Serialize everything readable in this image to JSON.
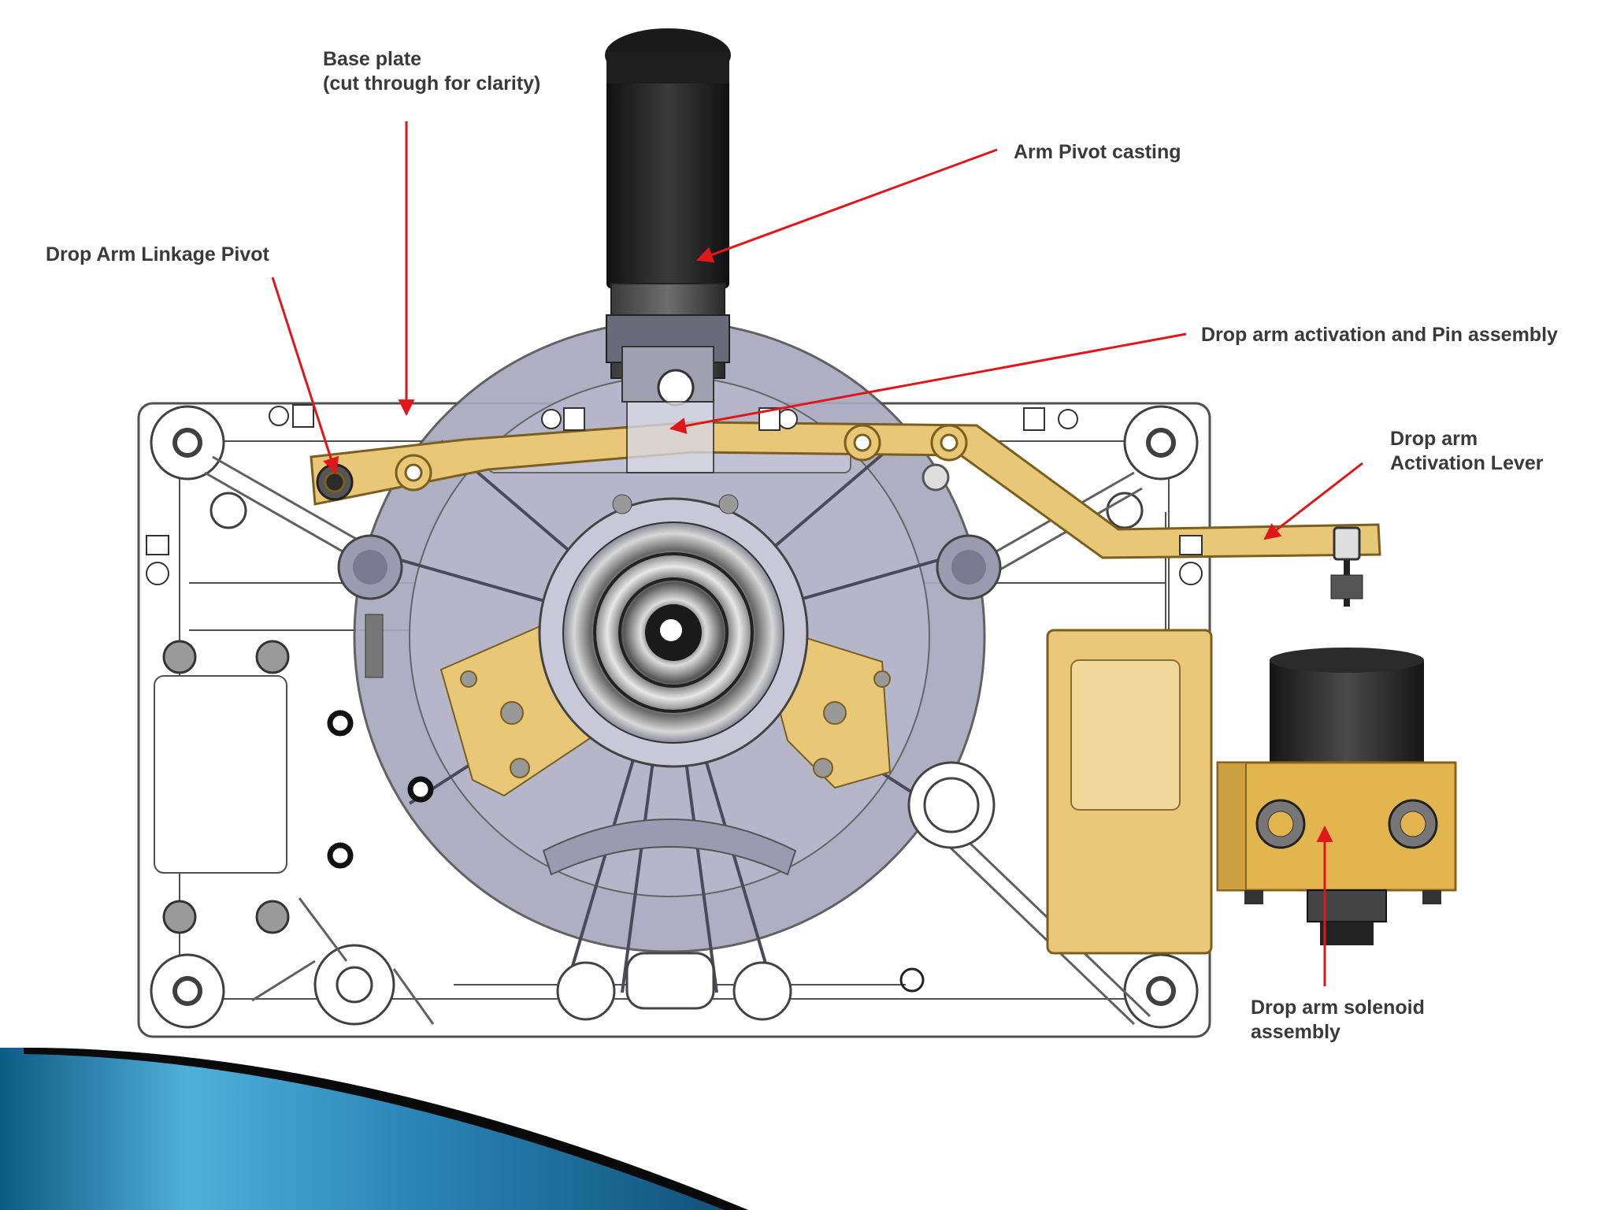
{
  "labels": {
    "base_plate": "Base plate\n(cut through for clarity)",
    "arm_pivot_casting": "Arm Pivot casting",
    "drop_arm_linkage_pivot": "Drop Arm Linkage Pivot",
    "drop_arm_activation_pin": "Drop arm activation and Pin assembly",
    "drop_arm_activation_lever": "Drop arm\nActivation Lever",
    "drop_arm_solenoid": "Drop arm solenoid\nassembly"
  },
  "colors": {
    "arrow": "#e0161b",
    "label_text": "#3a3a3a",
    "brass": "#e8c777",
    "brass_dark": "#b08a30",
    "casting": "#9a9ab4",
    "plate_line": "#505050",
    "solenoid_body": "#2b2b2b",
    "slide_blue": "#1e6f9e"
  }
}
